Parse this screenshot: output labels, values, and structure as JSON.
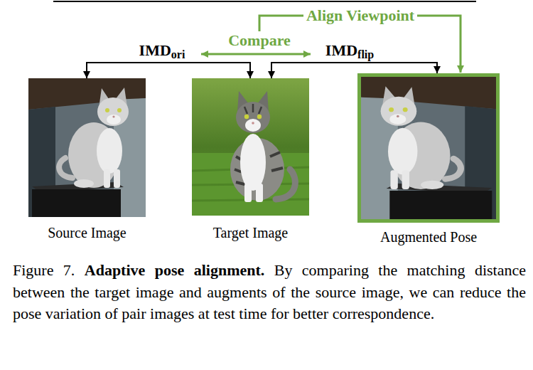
{
  "diagram": {
    "caption": "Figure 7. Adaptive pose alignment. By comparing the matching distance between the target image and augments of the source image, we can reduce the pose variation of pair images at test time for better correspondence.",
    "nodes": [
      {
        "text": [
          "Source Image"
        ]
      },
      {
        "text": [
          "Target Image"
        ]
      },
      {
        "text": [
          "Augmented Pose"
        ]
      }
    ],
    "edges": [
      {
        "from": 0,
        "to": 1,
        "arrow": "both",
        "label": "IMDori"
      },
      {
        "from": 1,
        "to": 2,
        "arrow": "both",
        "label": "IMDflip"
      }
    ],
    "labels": [
      "Align Viewpoint",
      "Compare"
    ]
  }
}
